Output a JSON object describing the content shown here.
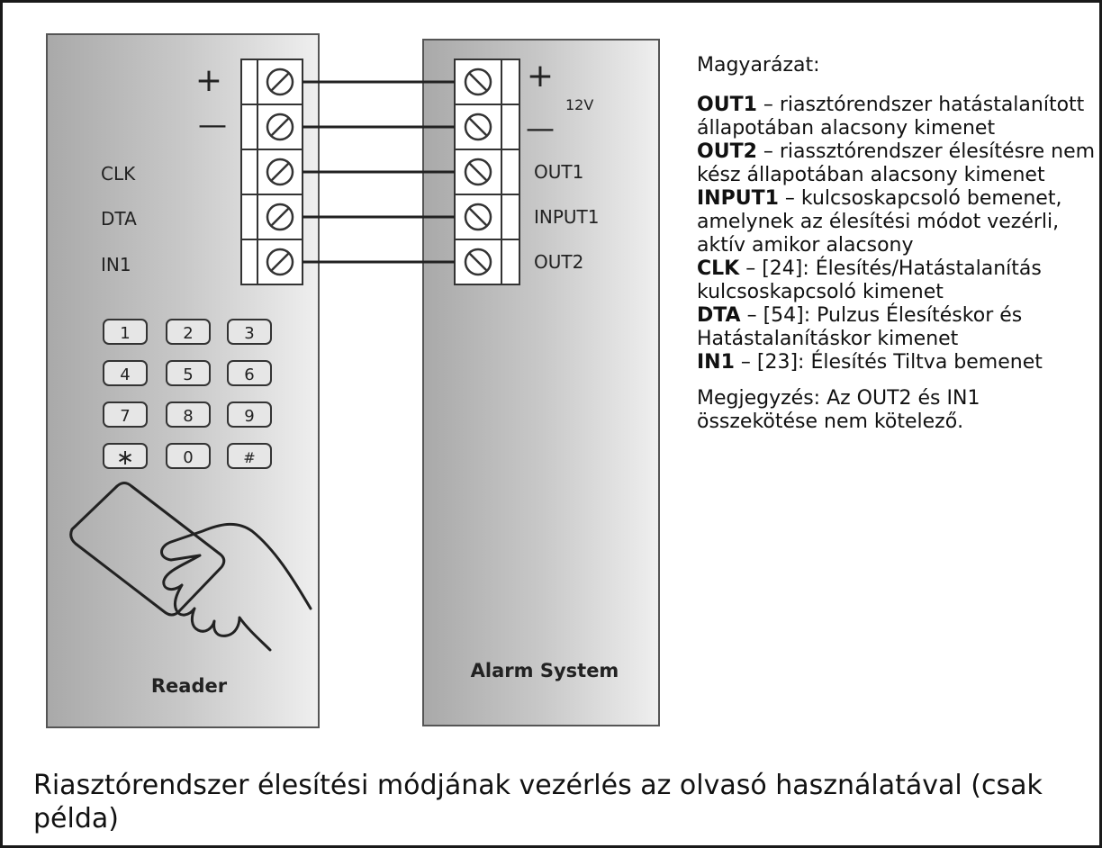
{
  "reader": {
    "title": "Reader",
    "terminals": [
      {
        "symbol": "+"
      },
      {
        "symbol": "—"
      },
      {
        "label": "CLK"
      },
      {
        "label": "DTA"
      },
      {
        "label": "IN1"
      }
    ],
    "keypad": [
      "1",
      "2",
      "3",
      "4",
      "5",
      "6",
      "7",
      "8",
      "9",
      "∗",
      "0",
      "#"
    ]
  },
  "alarm": {
    "title": "Alarm System",
    "terminals": [
      {
        "symbol": "+"
      },
      {
        "symbol": "—"
      },
      {
        "label": "OUT1"
      },
      {
        "label": "INPUT1"
      },
      {
        "label": "OUT2"
      }
    ],
    "voltage": "12V"
  },
  "legend": {
    "title": "Magyarázat:",
    "entries": [
      {
        "term": "OUT1",
        "text": " – riasztórendszer hatástalanított állapotában alacsony kimenet"
      },
      {
        "term": "OUT2",
        "text": " – riassztórendszer élesítésre nem kész állapotában alacsony kimenet"
      },
      {
        "term": "INPUT1",
        "text": " – kulcsoskapcsoló bemenet, amelynek az élesítési módot vezérli, aktív amikor alacsony"
      },
      {
        "term": "CLK",
        "text": " – [24]: Élesítés/Hatástalanítás kulcsoskapcsoló kimenet"
      },
      {
        "term": "DTA",
        "text": " – [54]: Pulzus Élesítéskor és Hatástalanításkor kimenet"
      },
      {
        "term": "IN1",
        "text": " – [23]: Élesítés Tiltva bemenet"
      }
    ],
    "note": "Megjegyzés: Az OUT2 és IN1 összekötése nem kötelező."
  },
  "caption": "Riasztórendszer élesítési módjának vezérlés az olvasó használatával (csak példa)"
}
